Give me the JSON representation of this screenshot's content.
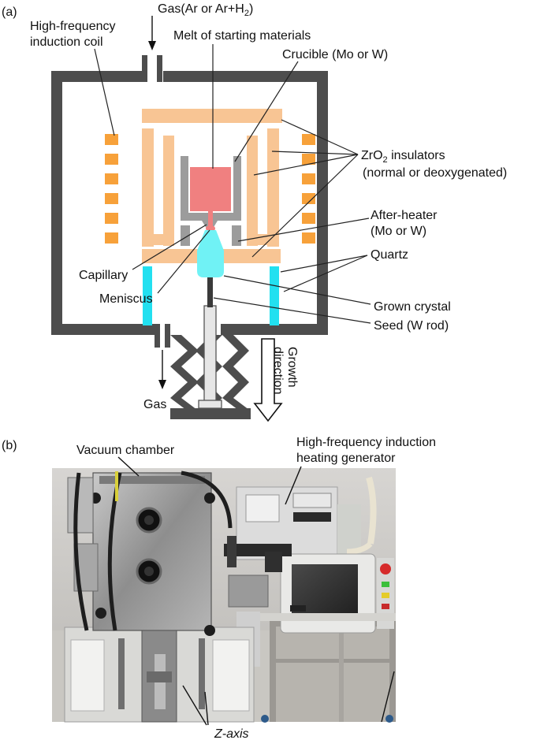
{
  "panel_a": {
    "panel_label": "(a)",
    "labels": {
      "gas_in": "Gas(Ar or Ar+H",
      "gas_in_sub": "2",
      "gas_in_end": ")",
      "coil_line1": "High-frequency",
      "coil_line2": "induction coil",
      "melt": "Melt of starting materials",
      "crucible": "Crucible (Mo or W)",
      "insulators_pre": "ZrO",
      "insulators_sub": "2",
      "insulators_post": " insulators",
      "insulators_line2": "(normal or deoxygenated)",
      "after_heater_line1": "After-heater",
      "after_heater_line2": "(Mo or W)",
      "quartz": "Quartz",
      "capillary": "Capillary",
      "meniscus": "Meniscus",
      "grown_crystal": "Grown crystal",
      "seed": "Seed (W rod)",
      "gas_out": "Gas",
      "growth_line1": "Growth",
      "growth_line2": "direction"
    },
    "colors": {
      "chamber": "#4d4d4d",
      "insulator": "#f8c594",
      "coil": "#f7a13a",
      "melt": "#f08080",
      "crucible": "#9c9c9c",
      "quartz": "#22e0f0",
      "crystal": "#70f2f5"
    }
  },
  "panel_b": {
    "panel_label": "(b)",
    "labels": {
      "vacuum_chamber": "Vacuum chamber",
      "generator_line1": "High-frequency induction",
      "generator_line2": "heating generator",
      "z_axis": "Z-axis"
    }
  }
}
